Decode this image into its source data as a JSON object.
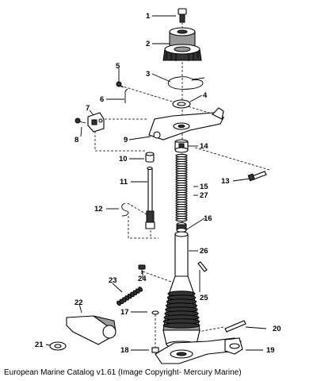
{
  "caption": "European Marine Catalog v1.61 (Image Copyright- Mercury Marine)",
  "callouts": [
    "1",
    "2",
    "3",
    "4",
    "5",
    "6",
    "7",
    "8",
    "9",
    "10",
    "11",
    "12",
    "13",
    "14",
    "15",
    "16",
    "17",
    "18",
    "19",
    "20",
    "21",
    "22",
    "23",
    "24",
    "25",
    "26",
    "27"
  ]
}
